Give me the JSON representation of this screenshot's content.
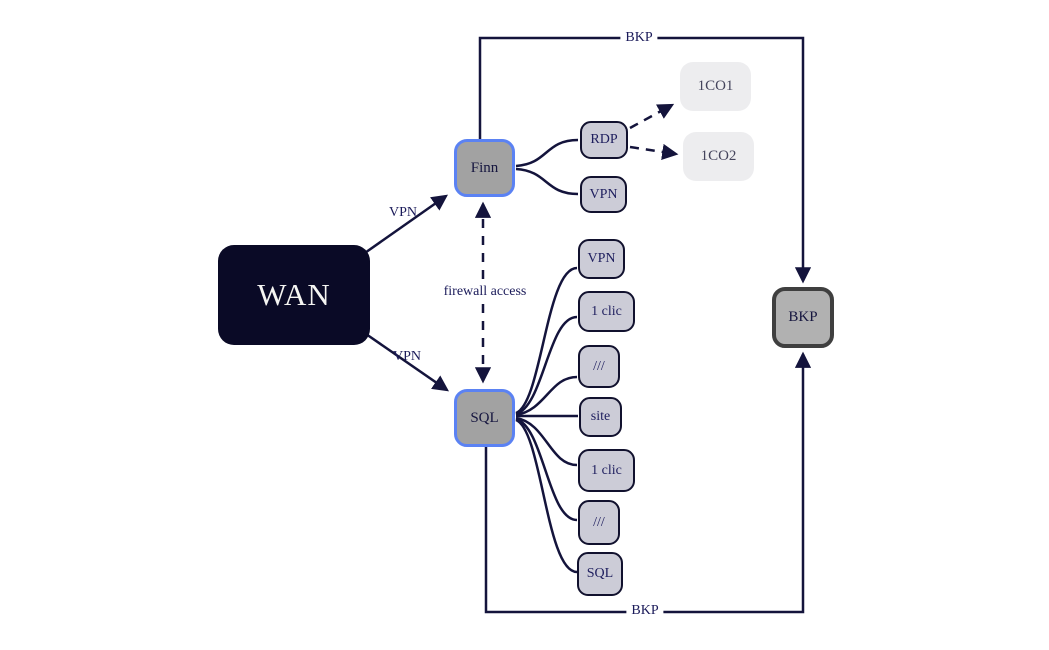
{
  "diagram": {
    "nodes": {
      "wan": {
        "label": "WAN"
      },
      "finn": {
        "label": "Finn"
      },
      "sql": {
        "label": "SQL"
      },
      "rdp": {
        "label": "RDP"
      },
      "vpn_finn": {
        "label": "VPN"
      },
      "co1": {
        "label": "1CO1"
      },
      "co2": {
        "label": "1CO2"
      },
      "bkp": {
        "label": "BKP"
      },
      "sql_children": [
        {
          "label": "VPN"
        },
        {
          "label": "1 clic"
        },
        {
          "label": "///"
        },
        {
          "label": "site"
        },
        {
          "label": "1 clic"
        },
        {
          "label": "///"
        },
        {
          "label": "SQL"
        }
      ]
    },
    "edge_labels": {
      "wan_finn": "VPN",
      "wan_sql": "VPN",
      "firewall": "firewall access",
      "bkp_top": "BKP",
      "bkp_bottom": "BKP"
    },
    "colors": {
      "line": "#14143c",
      "node_border_blue": "#5b82f3",
      "node_fill_gray": "#a2a2a2",
      "child_fill": "#ccccd7",
      "light_fill": "#ededef",
      "wan_fill": "#0a0a26",
      "bkp_border": "#3f3f3f",
      "text_navy": "#1b1b5a"
    }
  }
}
